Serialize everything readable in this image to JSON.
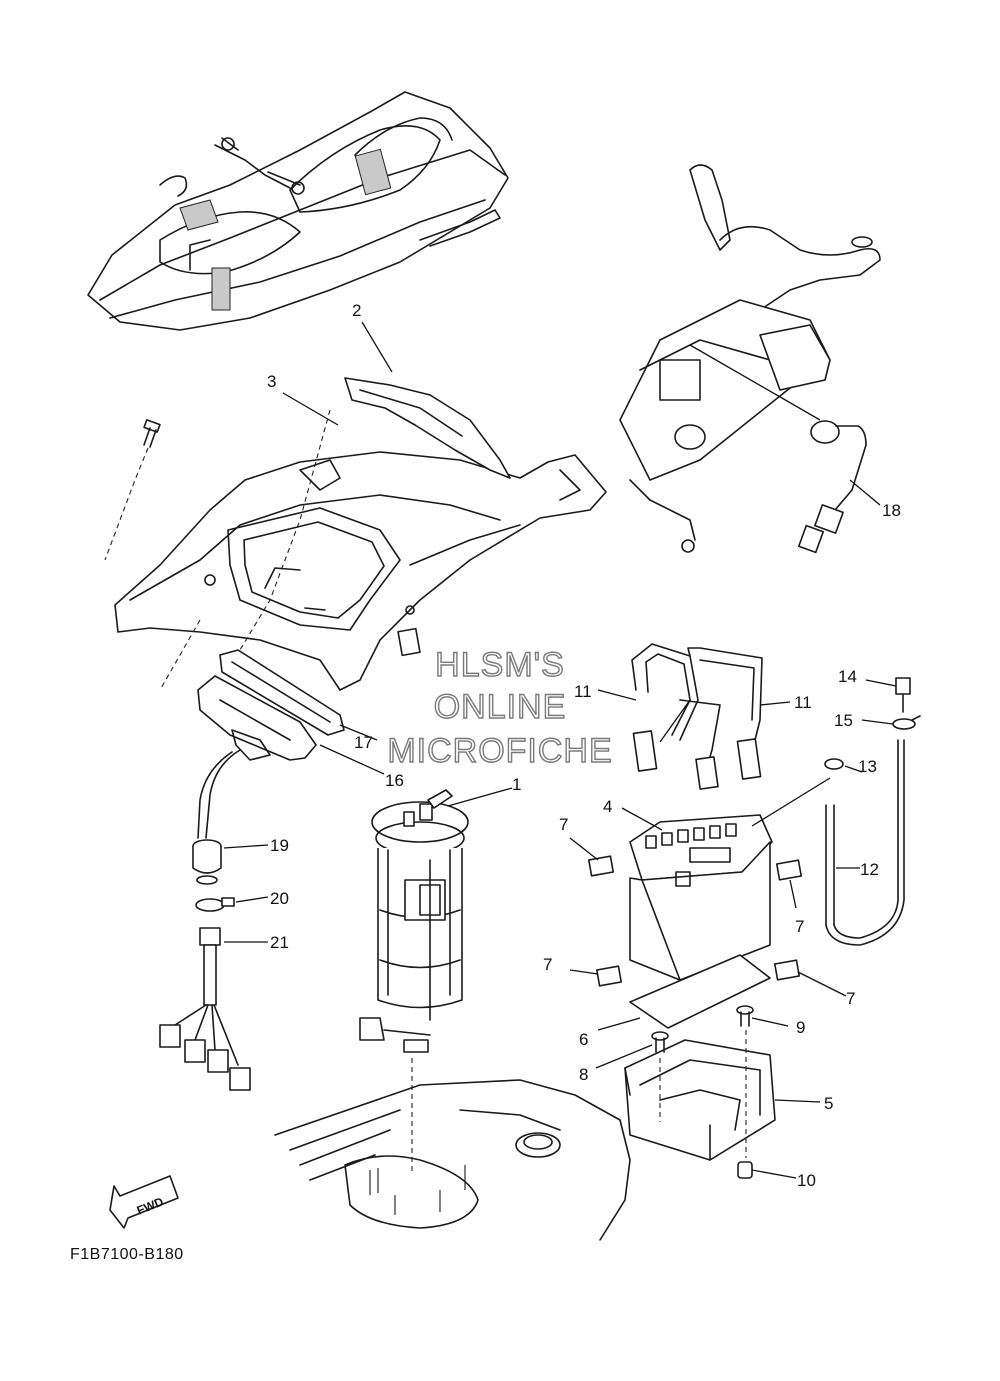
{
  "figure_code": "F1B7100-B180",
  "watermark": [
    "HLSM'S",
    "ONLINE",
    "MICROFICHE"
  ],
  "fwd_label": "FWD",
  "callouts": {
    "p1": "1",
    "p2": "2",
    "p3": "3",
    "p4": "4",
    "p5": "5",
    "p6": "6",
    "p7a": "7",
    "p7b": "7",
    "p7c": "7",
    "p7d": "7",
    "p8": "8",
    "p9": "9",
    "p10": "10",
    "p11a": "11",
    "p11b": "11",
    "p12": "12",
    "p13": "13",
    "p14": "14",
    "p15": "15",
    "p16": "16",
    "p17": "17",
    "p18": "18",
    "p19": "19",
    "p20": "20",
    "p21": "21"
  }
}
